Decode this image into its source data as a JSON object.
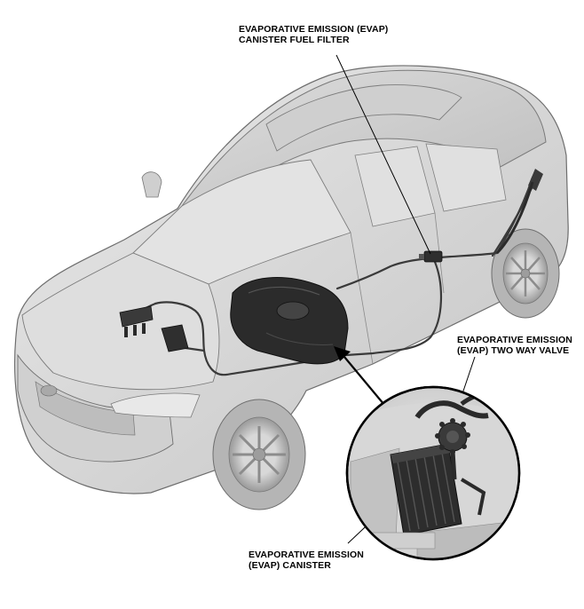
{
  "labels": {
    "fuel_filter": {
      "line1": "EVAPORATIVE EMISSION (EVAP)",
      "line2": "CANISTER FUEL FILTER"
    },
    "two_way_valve": {
      "line1": "EVAPORATIVE EMISSION",
      "line2": "(EVAP) TWO WAY VALVE"
    },
    "canister": {
      "line1": "EVAPORATIVE EMISSION",
      "line2": "(EVAP) CANISTER"
    }
  },
  "colors": {
    "body": "#d9d9d9",
    "body_dark": "#a8a8a8",
    "outline": "#6e6e6e",
    "tank": "#2b2b2b",
    "line": "#3a3a3a",
    "background": "#ffffff"
  }
}
